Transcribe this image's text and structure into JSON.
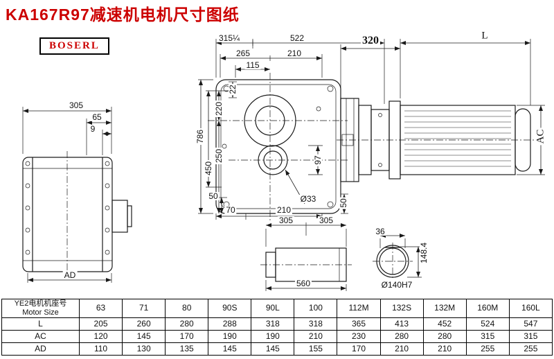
{
  "page": {
    "title": "KA167R97减速机电机尺寸图纸",
    "brand": "BOSERL"
  },
  "colors": {
    "title": "#cc0000",
    "brand": "#cc0000"
  },
  "views": {
    "side": {
      "w305": "305",
      "w65": "65",
      "w9": "9",
      "ad": "AD"
    },
    "front": {
      "top315": "315¼",
      "top522": "522",
      "top265": "265",
      "top210": "210",
      "top115": "115",
      "left22": "22",
      "left220": "220",
      "left250": "250",
      "left450": "450",
      "left786": "786",
      "right97": "97",
      "bottom50l": "50",
      "bottom70": "70",
      "bottom210": "210",
      "dia33": "Ø33",
      "bottom50r": "50",
      "b305a": "305",
      "b305b": "305"
    },
    "motor": {
      "len320": "320",
      "lenL": "L",
      "ac": "AC"
    },
    "shaft": {
      "len560": "560"
    },
    "shaft_end": {
      "key36": "36",
      "h148": "148.4",
      "dia140": "Ø140H7"
    }
  },
  "table": {
    "header_line1": "YE2电机机座号",
    "header_line2": "Motor Size",
    "columns": [
      "63",
      "71",
      "80",
      "90S",
      "90L",
      "100",
      "112M",
      "132S",
      "132M",
      "160M",
      "160L"
    ],
    "rows": [
      {
        "label": "L",
        "values": [
          "205",
          "260",
          "280",
          "288",
          "318",
          "318",
          "365",
          "413",
          "452",
          "524",
          "547"
        ]
      },
      {
        "label": "AC",
        "values": [
          "120",
          "145",
          "170",
          "190",
          "190",
          "210",
          "230",
          "280",
          "280",
          "315",
          "315"
        ]
      },
      {
        "label": "AD",
        "values": [
          "110",
          "130",
          "135",
          "145",
          "145",
          "155",
          "170",
          "210",
          "210",
          "255",
          "255"
        ]
      }
    ]
  }
}
